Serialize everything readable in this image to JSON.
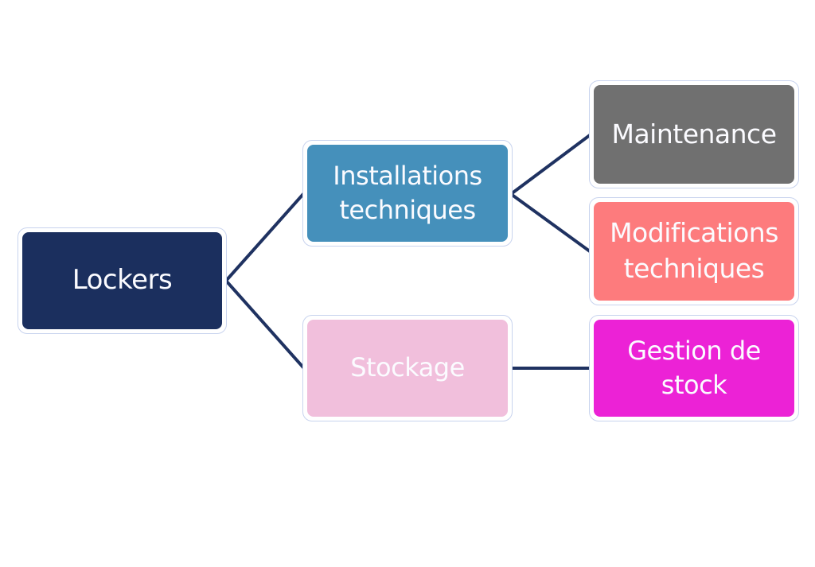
{
  "diagram": {
    "type": "tree",
    "connector_color": "#1f3261",
    "root": {
      "label": "Lockers",
      "color": "#1b2f5e"
    },
    "branches": [
      {
        "label": "Installations\ntechniques",
        "color": "#4590bb",
        "children": [
          {
            "label": "Maintenance",
            "color": "#707070"
          },
          {
            "label": "Modifications\ntechniques",
            "color": "#fd7b7d"
          }
        ]
      },
      {
        "label": "Stockage",
        "color": "#f1bfdc",
        "children": [
          {
            "label": "Gestion de\nstock",
            "color": "#ec22d6"
          }
        ]
      }
    ]
  }
}
